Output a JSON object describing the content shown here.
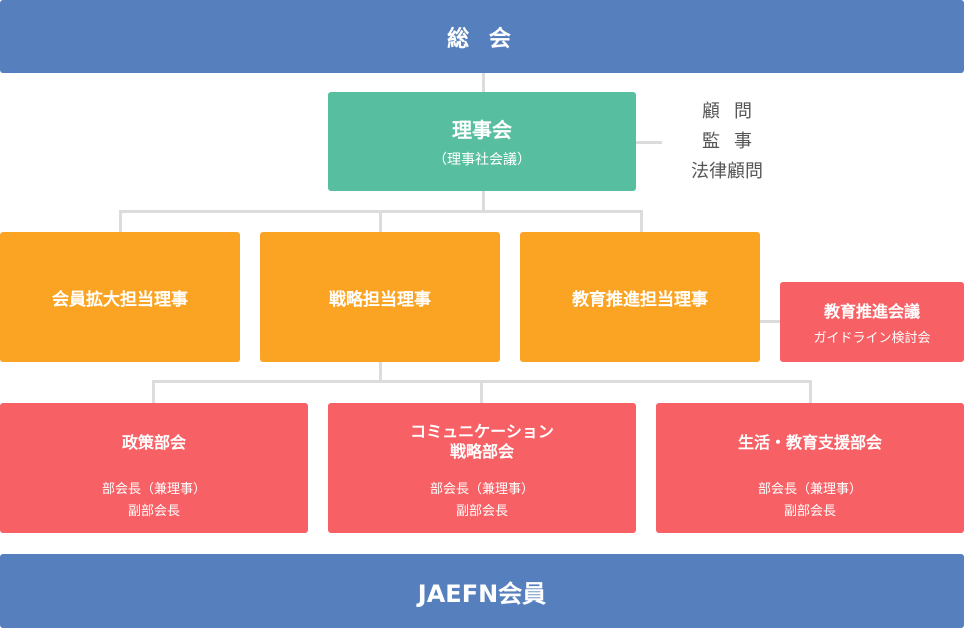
{
  "general_assembly": "総 会",
  "board": {
    "title": "理事会",
    "subtitle": "（理事社会議）"
  },
  "advisors": [
    "顧問",
    "監事",
    "法律顧問"
  ],
  "directors": [
    "会員拡大担当理事",
    "戦略担当理事",
    "教育推進担当理事"
  ],
  "council": {
    "title": "教育推進会議",
    "subtitle": "ガイドライン検討会"
  },
  "departments": [
    {
      "name_lines": [
        "政策部会"
      ],
      "roles": [
        "部会長（兼理事）",
        "副部会長"
      ]
    },
    {
      "name_lines": [
        "コミュニケーション",
        "戦略部会"
      ],
      "roles": [
        "部会長（兼理事）",
        "副部会長"
      ]
    },
    {
      "name_lines": [
        "生活・教育支援部会"
      ],
      "roles": [
        "部会長（兼理事）",
        "副部会長"
      ]
    }
  ],
  "members": "JAEFN会員",
  "colors": {
    "blue": "#5580bd",
    "green": "#57bf9f",
    "orange": "#fba424",
    "red": "#f76065",
    "connector": "#dcdcdc"
  }
}
